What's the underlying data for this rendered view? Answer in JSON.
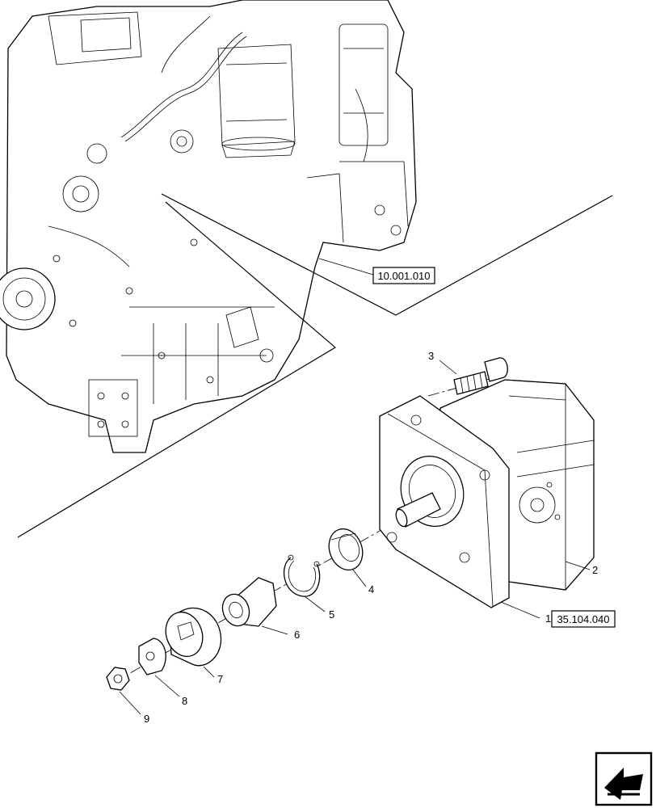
{
  "references": {
    "engine_ref": "10.001.010",
    "pump_ref": "35.104.040"
  },
  "callouts": {
    "c1": "1",
    "c2": "2",
    "c3": "3",
    "c4": "4",
    "c5": "5",
    "c6": "6",
    "c7": "7",
    "c8": "8",
    "c9": "9"
  },
  "icons": {
    "nav": "arrow-icon"
  }
}
